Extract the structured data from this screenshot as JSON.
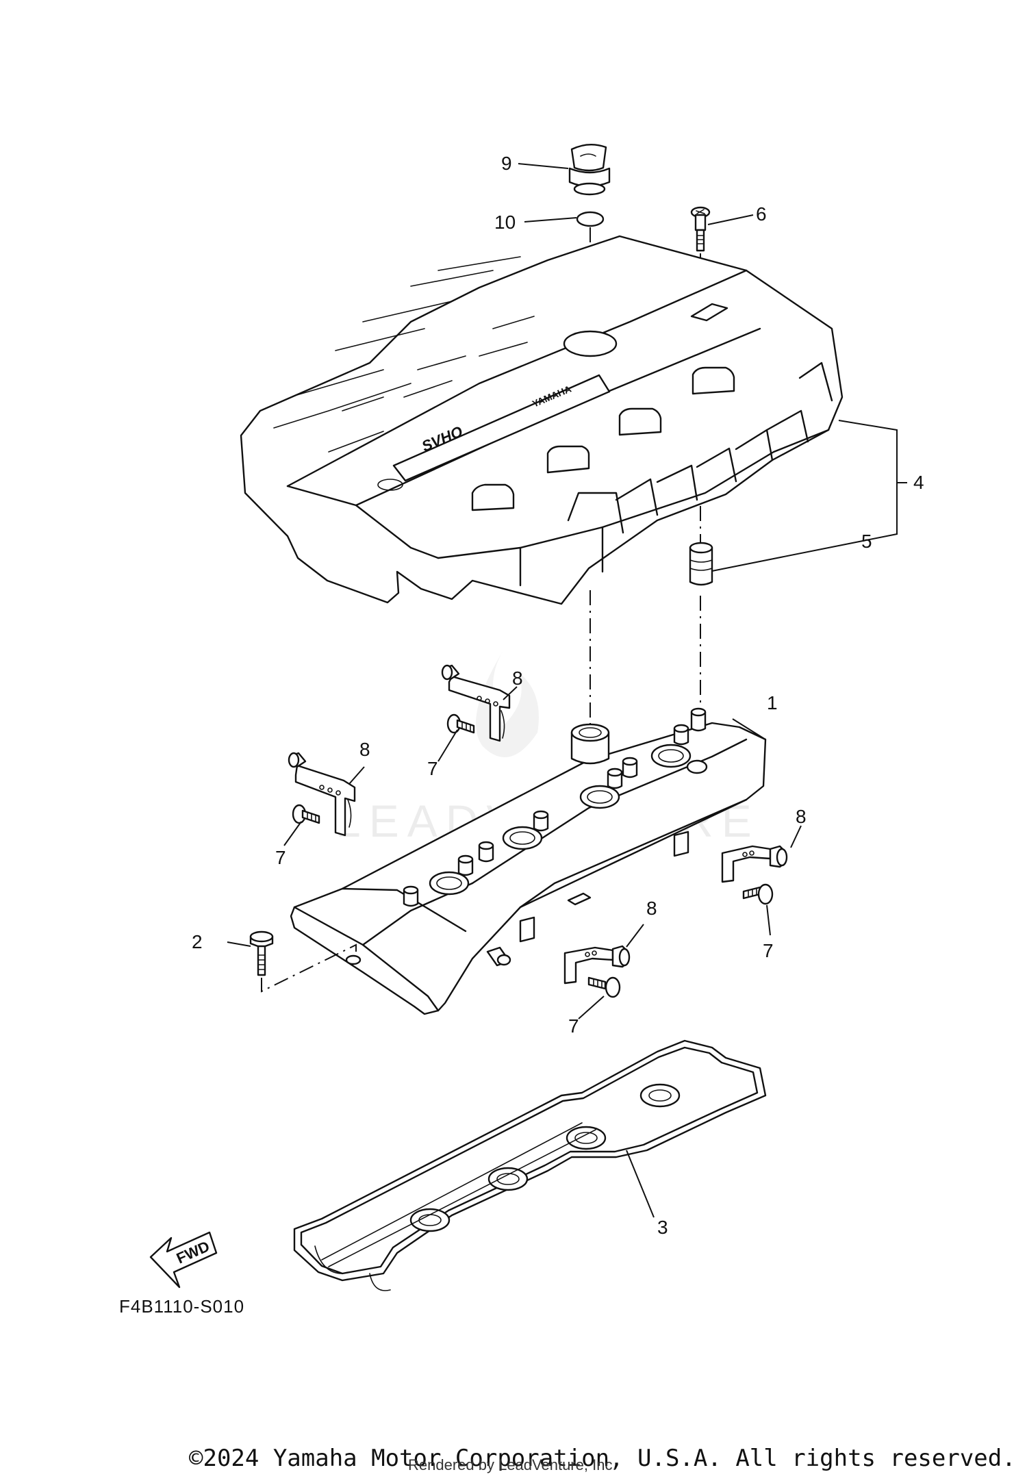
{
  "diagram": {
    "figure_code": "F4B1110-S010",
    "copyright": "©2024 Yamaha Motor Corporation, U.S.A. All rights reserved.",
    "rendered_by": "Rendered by LeadVenture, Inc.",
    "watermark": "LEADVENTURE",
    "cover_badge": "SVHO",
    "cover_brand": "YAMAHA",
    "fwd_label": "FWD",
    "callouts": [
      "1",
      "2",
      "3",
      "4",
      "5",
      "6",
      "7",
      "8",
      "9",
      "10"
    ]
  },
  "colors": {
    "line": "#111111",
    "background": "#ffffff"
  }
}
